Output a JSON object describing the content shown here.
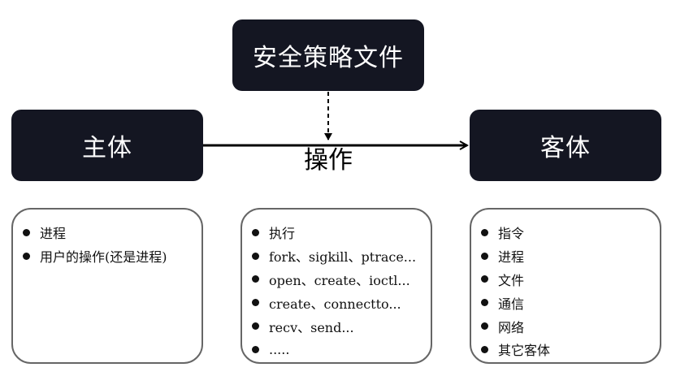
{
  "nodes": {
    "policy": "安全策略文件",
    "subject": "主体",
    "object": "客体"
  },
  "edge_label": "操作",
  "panels": {
    "subject": {
      "items": [
        "进程",
        "用户的操作(还是进程)"
      ]
    },
    "operation": {
      "items": [
        "执行",
        "fork、sigkill、ptrace...",
        "open、create、ioctl...",
        "create、connectto...",
        "recv、send...",
        "....."
      ]
    },
    "object": {
      "items": [
        "指令",
        "进程",
        "文件",
        "通信",
        "网络",
        "其它客体"
      ]
    }
  },
  "colors": {
    "node_fill": "#141622",
    "node_text": "#ffffff",
    "panel_border": "#666666",
    "arrow": "#000000"
  }
}
